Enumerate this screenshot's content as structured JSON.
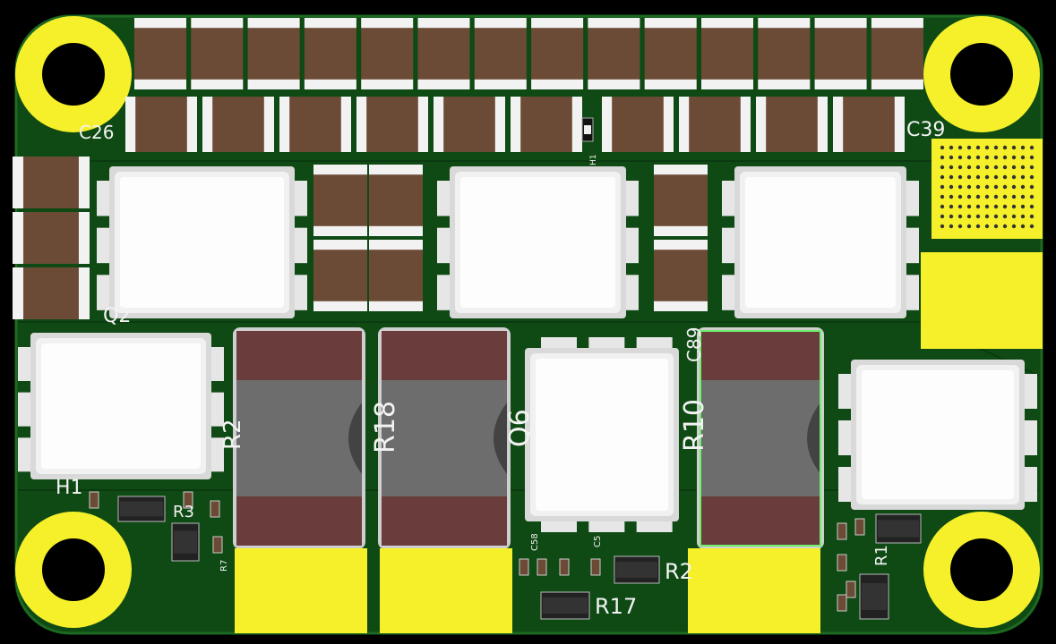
{
  "colors": {
    "board": "#0f4a14",
    "board_edge": "#1d6a22",
    "copper_pad": "#f5f02a",
    "ceramic_body": "#6b4b36",
    "ceramic_cap": "#f2f2f2",
    "inductor_end": "#6a3c3c",
    "inductor_mid": "#6d6d6d",
    "ic_package": "#f1f1f1",
    "silkscreen": "#f2f2f2",
    "background": "#000000"
  },
  "labels": {
    "C26": "C26",
    "C39": "C39",
    "H1_small": "H1",
    "Q2": "Q2",
    "C89": "C89",
    "R2": "R2",
    "R18": "R18",
    "Q6": "Q6",
    "R10": "R10",
    "H1": "H1",
    "R3": "R3",
    "R7": "R7",
    "R17": "R17",
    "R2b": "R2",
    "C58": "C58",
    "C5": "C5",
    "R1": "R1"
  }
}
